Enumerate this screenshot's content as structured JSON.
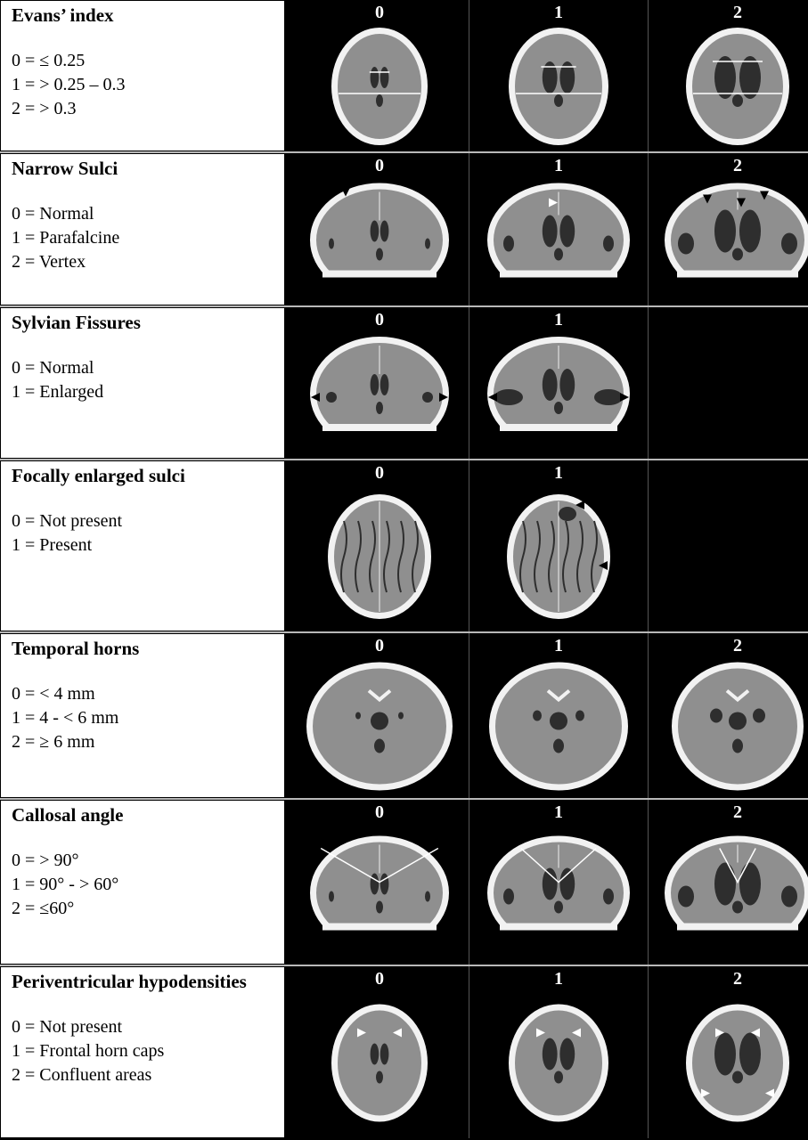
{
  "rows": [
    {
      "id": "evans",
      "title": "Evans’ index",
      "scores": [
        "0 = ≤ 0.25",
        "1 = > 0.25 – 0.3",
        "2 = > 0.3"
      ],
      "grades": [
        "0",
        "1",
        "2"
      ],
      "view": "axial-ventricles",
      "marker": "evans-lines"
    },
    {
      "id": "narrow-sulci",
      "title": "Narrow Sulci",
      "scores": [
        "0 = Normal",
        "1 = Parafalcine",
        "2 = Vertex"
      ],
      "grades": [
        "0",
        "1",
        "2"
      ],
      "view": "coronal",
      "marker": "arrowheads-vertex"
    },
    {
      "id": "sylvian",
      "title": "Sylvian Fissures",
      "scores": [
        "0 = Normal",
        "1 = Enlarged"
      ],
      "grades": [
        "0",
        "1"
      ],
      "view": "coronal",
      "marker": "arrowheads-lateral"
    },
    {
      "id": "focal-sulci",
      "title": "Focally enlarged sulci",
      "scores": [
        "0 = Not present",
        "1 = Present"
      ],
      "grades": [
        "0",
        "1"
      ],
      "view": "axial-high",
      "marker": "arrowheads-focal"
    },
    {
      "id": "temporal-horns",
      "title": "Temporal horns",
      "scores": [
        "0 = < 4 mm",
        "1 = 4 - < 6 mm",
        "2 = ≥ 6 mm"
      ],
      "grades": [
        "0",
        "1",
        "2"
      ],
      "view": "axial-low",
      "marker": "none"
    },
    {
      "id": "callosal-angle",
      "title": "Callosal angle",
      "scores": [
        "0 = > 90°",
        "1 = 90° - > 60°",
        "2 = ≤60°"
      ],
      "grades": [
        "0",
        "1",
        "2"
      ],
      "view": "coronal",
      "marker": "angle-lines"
    },
    {
      "id": "periventricular",
      "title": "Periventricular hypodensities",
      "scores": [
        "0 = Not present",
        "1 = Frontal horn caps",
        "2 = Confluent areas"
      ],
      "grades": [
        "0",
        "1",
        "2"
      ],
      "view": "axial-ventricles",
      "marker": "arrowheads-caps"
    }
  ],
  "colors": {
    "background": "#000000",
    "label_bg": "#ffffff",
    "scan_bone": "#f2f2f2",
    "scan_brain": "#8f8f8f",
    "scan_csf": "#2e2e2e",
    "marker_white": "#ffffff",
    "marker_black": "#000000"
  }
}
